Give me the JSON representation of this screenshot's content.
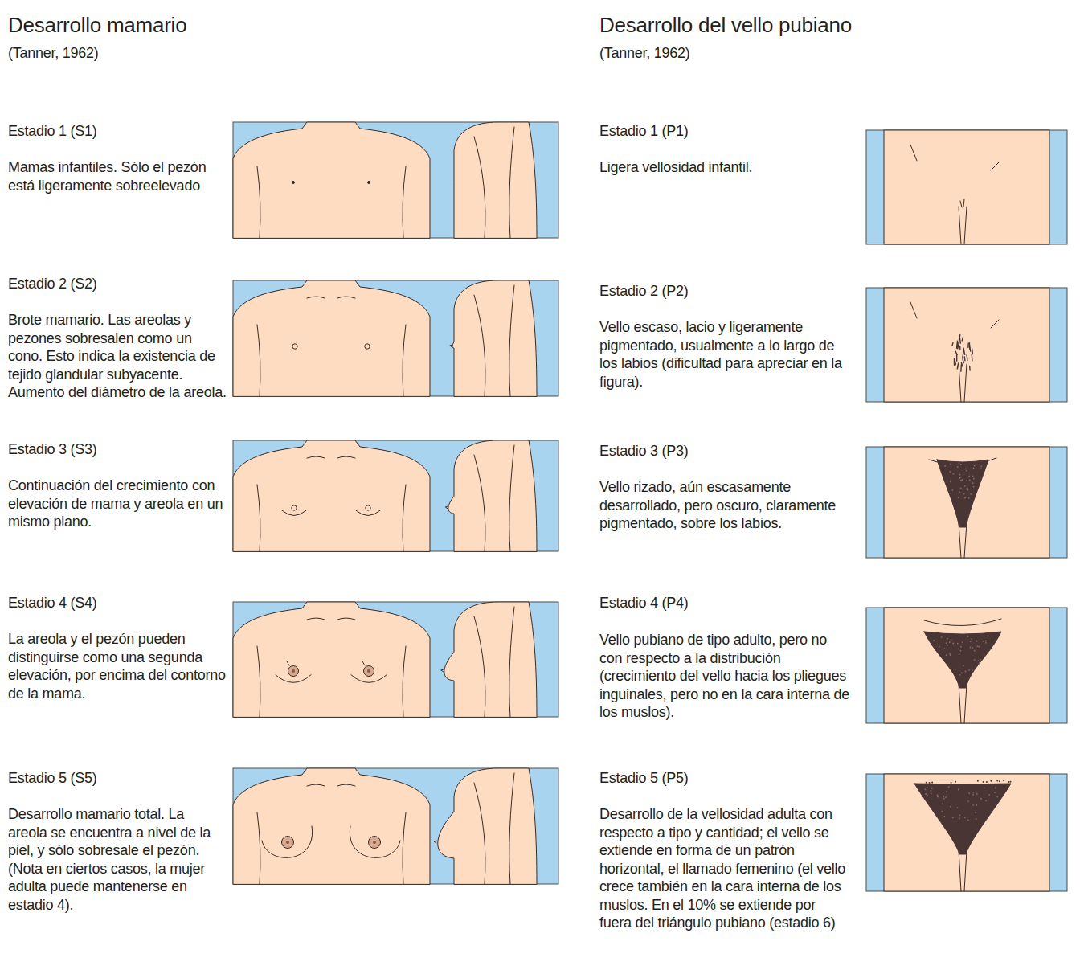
{
  "diagram": {
    "labels": [
      "Desarrollo mamario",
      "(Tanner, 1962)",
      "Desarrollo del vello pubiano",
      "(Tanner, 1962)",
      "Estadio 1 (S1)",
      "Mamas infantiles. Sólo el pezón está ligeramente sobreelevado",
      "Estadio 2 (S2)",
      "Brote mamario. Las areolas y pezones sobresalen como un cono. Esto indica la existencia de tejido glandular subyacente. Aumento del diámetro de la areola.",
      "Estadio 3 (S3)",
      "Continuación del crecimiento con elevación de mama y areola en un mismo plano.",
      "Estadio 4 (S4)",
      "La areola y el pezón pueden distinguirse como una segunda elevación, por encima del contorno de la mama.",
      "Estadio 5 (S5)",
      "Desarrollo mamario total. La areola se encuentra a nivel de la piel, y sólo sobresale el pezón. (Nota en ciertos casos, la mujer adulta puede mantenerse en estadio 4).",
      "Estadio 1 (P1)",
      "Ligera vellosidad infantil.",
      "Estadio 2 (P2)",
      "Vello escaso, lacio y ligeramente pigmentado, usualmente a lo largo de los labios (dificultad para apreciar en la figura).",
      "Estadio 3 (P3)",
      "Vello rizado, aún escasamente desarrollado, pero oscuro, claramente pigmentado, sobre los labios.",
      "Estadio 4 (P4)",
      "Vello pubiano de tipo adulto, pero no con respecto a la distribución (crecimiento del vello hacia los pliegues inguinales, pero no en la cara interna de los muslos).",
      "Estadio 5 (P5)",
      "Desarrollo de la vellosidad adulta con respecto a tipo y cantidad; el vello se extiende en forma de un patrón horizontal, el llamado femenino (el vello crece también en la cara interna de los muslos. En el 10% se extiende por fuera del triángulo pubiano (estadio 6)"
    ]
  }
}
